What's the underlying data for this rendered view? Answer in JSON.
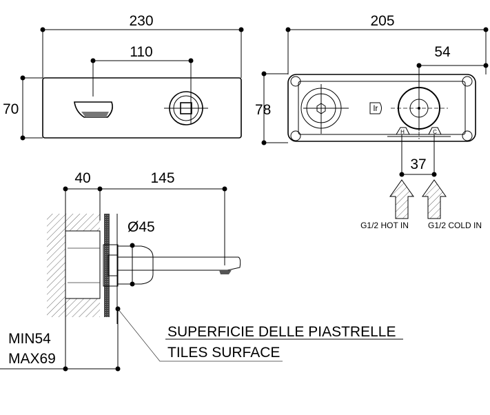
{
  "front_view": {
    "width_label": "230",
    "spacing_label": "110",
    "height_label": "70"
  },
  "back_view": {
    "width_label": "205",
    "offset_label": "54",
    "height_label": "78",
    "inlet_spacing_label": "37",
    "hot_inlet_label": "G1/2 HOT IN",
    "cold_inlet_label": "G1/2 COLD IN",
    "hot_mark": "H",
    "cold_mark": "C"
  },
  "side_view": {
    "depth_label": "40",
    "spout_length_label": "145",
    "diameter_label": "Ø45",
    "min_label": "MIN54",
    "max_label": "MAX69",
    "surface_label_it": "SUPERFICIE DELLE PIASTRELLE",
    "surface_label_en": "TILES SURFACE"
  }
}
